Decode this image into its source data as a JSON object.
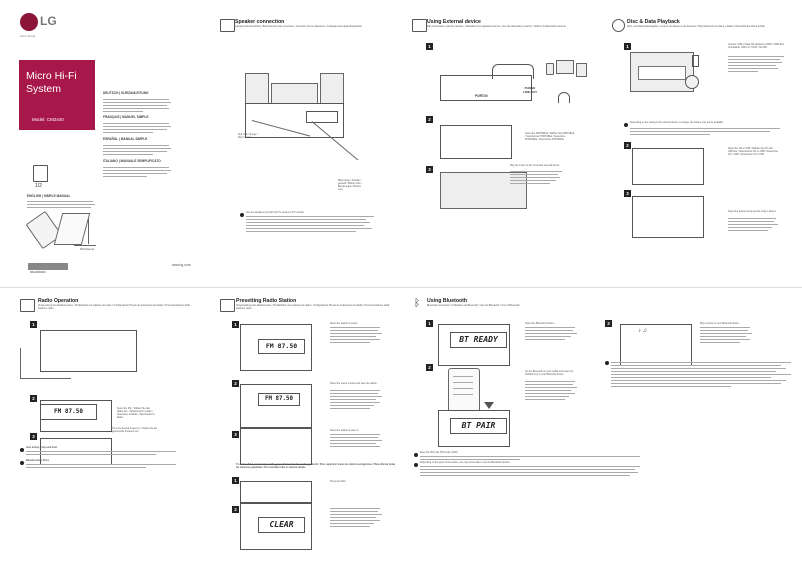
{
  "cover": {
    "brand": "LG",
    "tagline": "Life's Good",
    "product": "Micro Hi-Fi System",
    "model_label": "Model: CM2440",
    "lang_de_title": "DEUTSCH | KURZANLEITUNG",
    "lang_fr_title": "FRANÇAIS | MANUEL SIMPLE",
    "lang_es_title": "ESPAÑOL | MANUAL SIMPLE",
    "lang_it_title": "ITALIANO | MANUALE SEMPLIFICATO",
    "lang_en_title": "ENGLISH | SIMPLE MANUAL",
    "page_fraction": "1/2",
    "fm_antenna": "FM Antenna",
    "website": "www.lg.com",
    "barcode_text": "MFL00000000"
  },
  "speaker": {
    "title": "Speaker connection",
    "subtitle": "Lautsprecheranschluss / Branchement des enceintes / Conexión de los altavoces / Collegamento degli altoparlanti",
    "red_label": "Red / Rot / Rouge / Rojo / Rosso",
    "black_label": "Black stripe / Schwarz gestreift / Bande noire / Banda negra / Striscia nera",
    "note": "Use the speakers only with this TV system or PC monitor."
  },
  "external": {
    "title": "Using External device",
    "subtitle": "Das Verwenden externer Geräte / Utilisation d'un appareil externe / Uso del dispositivo externo / Utilizzo di dispositivo esterno",
    "port_in": "PORT.IN",
    "phone_out": "PHONE LINE.OUT",
    "select_portable": "Select the PORTABLE / Wählen Sie PORTABLE / Sélectionnez PORTABLE / Seleccione PORTABLE / Selezionare PORTABLE",
    "play_music": "Play the music on the connected external device."
  },
  "disc": {
    "title": "Disc & Data Playback",
    "subtitle": "Disk- und Datenwiedergabe / Lecture du disque et de données / Reproducción de Disco y Datos / Riproduzione Disco & Dati",
    "compat": "Content: USB or Data CD playback of MP3 / WMA files. Compatible: USB 2.0 / CD-R / CD-RW",
    "note": "Depending on the setting of the external device or storage, the feature may not be available.",
    "select_cd_usb": "Select the CD or USB / Wählen Sie CD oder USB aus / Sélectionnez CD ou USB / Seleccione CD o USB / Selezionare CD o USB",
    "select_folder": "Select the desired song and the song is played."
  },
  "radio": {
    "title": "Radio Operation",
    "subtitle": "Verwendung des Radiosenders / Prédéfinition de stations de radio / Configuración Previa de la Emisora de Radio / Preimpostazione della stazione radio",
    "freq": "FM 87.50",
    "select_fm": "Select the FM. / Wählen Sie das Radio aus. / Sélectionnez la radio. / Seleccione la Radio. / Selezionare la Radio.",
    "tune": "Tune the desired frequency. / Stellen Sie die gewünschte Frequenz ein.",
    "auto_tuning": "Auto tuning: Press and hold",
    "manual_tuning": "Manual tuning: Press"
  },
  "preset": {
    "title": "Presetting Radio Station",
    "subtitle": "Voreinstellung der Radiosender / Prédéfinition des stations de radio / Configuración Previa de la Emisora de Radio / Preimpostazione della stazione radio",
    "freq1": "FM 87.50",
    "freq2": "FM 87.50",
    "clear": "CLEAR",
    "select_station": "Select the station to preset.",
    "select_number": "Select the preset number and save the station.",
    "save": "Select the station to save to.",
    "delete_title": "To delete all the saved station / Alle gespeicherten Sender werden gelöscht / Pour supprimer toutes les stations enregistrées / Para eliminar todas las emisoras guardadas / Per cancellare tutte le stazioni salvate",
    "press_hold": "Press and hold."
  },
  "bluetooth": {
    "title": "Using Bluetooth",
    "subtitle": "Bluetooth connection / Utilisation du Bluetooth / Uso de Bluetooth / Uso di Bluetooth",
    "bt_ready": "BT READY",
    "bt_pair": "BT PAIR",
    "select_bt": "Select the Bluetooth function.",
    "pair": "Set the Bluetooth on your mobile and select LG CM2440 (xx) or your Bluetooth device.",
    "play": "Play a music on your Bluetooth device.",
    "pin": "Enter the PIN code (PIN code: 0000).",
    "note": "Depending on the types of the device, you may not be able to use the Bluetooth function."
  }
}
